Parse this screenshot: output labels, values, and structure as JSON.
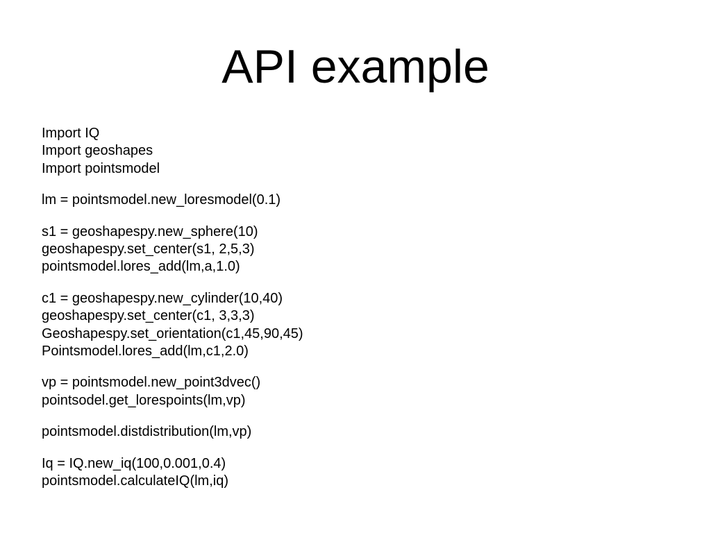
{
  "slide": {
    "background_color": "#ffffff",
    "text_color": "#000000",
    "title": "API example"
  },
  "code_groups": [
    {
      "lines": [
        "Import IQ",
        "Import geoshapes",
        "Import pointsmodel"
      ]
    },
    {
      "lines": [
        "lm = pointsmodel.new_loresmodel(0.1)"
      ]
    },
    {
      "lines": [
        "s1 = geoshapespy.new_sphere(10)",
        "geoshapespy.set_center(s1, 2,5,3)",
        "pointsmodel.lores_add(lm,a,1.0)"
      ]
    },
    {
      "lines": [
        "c1 = geoshapespy.new_cylinder(10,40)",
        "geoshapespy.set_center(c1, 3,3,3)",
        "Geoshapespy.set_orientation(c1,45,90,45)",
        "Pointsmodel.lores_add(lm,c1,2.0)"
      ]
    },
    {
      "lines": [
        "vp = pointsmodel.new_point3dvec()",
        "pointsodel.get_lorespoints(lm,vp)"
      ]
    },
    {
      "lines": [
        "pointsmodel.distdistribution(lm,vp)"
      ]
    },
    {
      "lines": [
        "Iq = IQ.new_iq(100,0.001,0.4)",
        "pointsmodel.calculateIQ(lm,iq)"
      ]
    }
  ]
}
